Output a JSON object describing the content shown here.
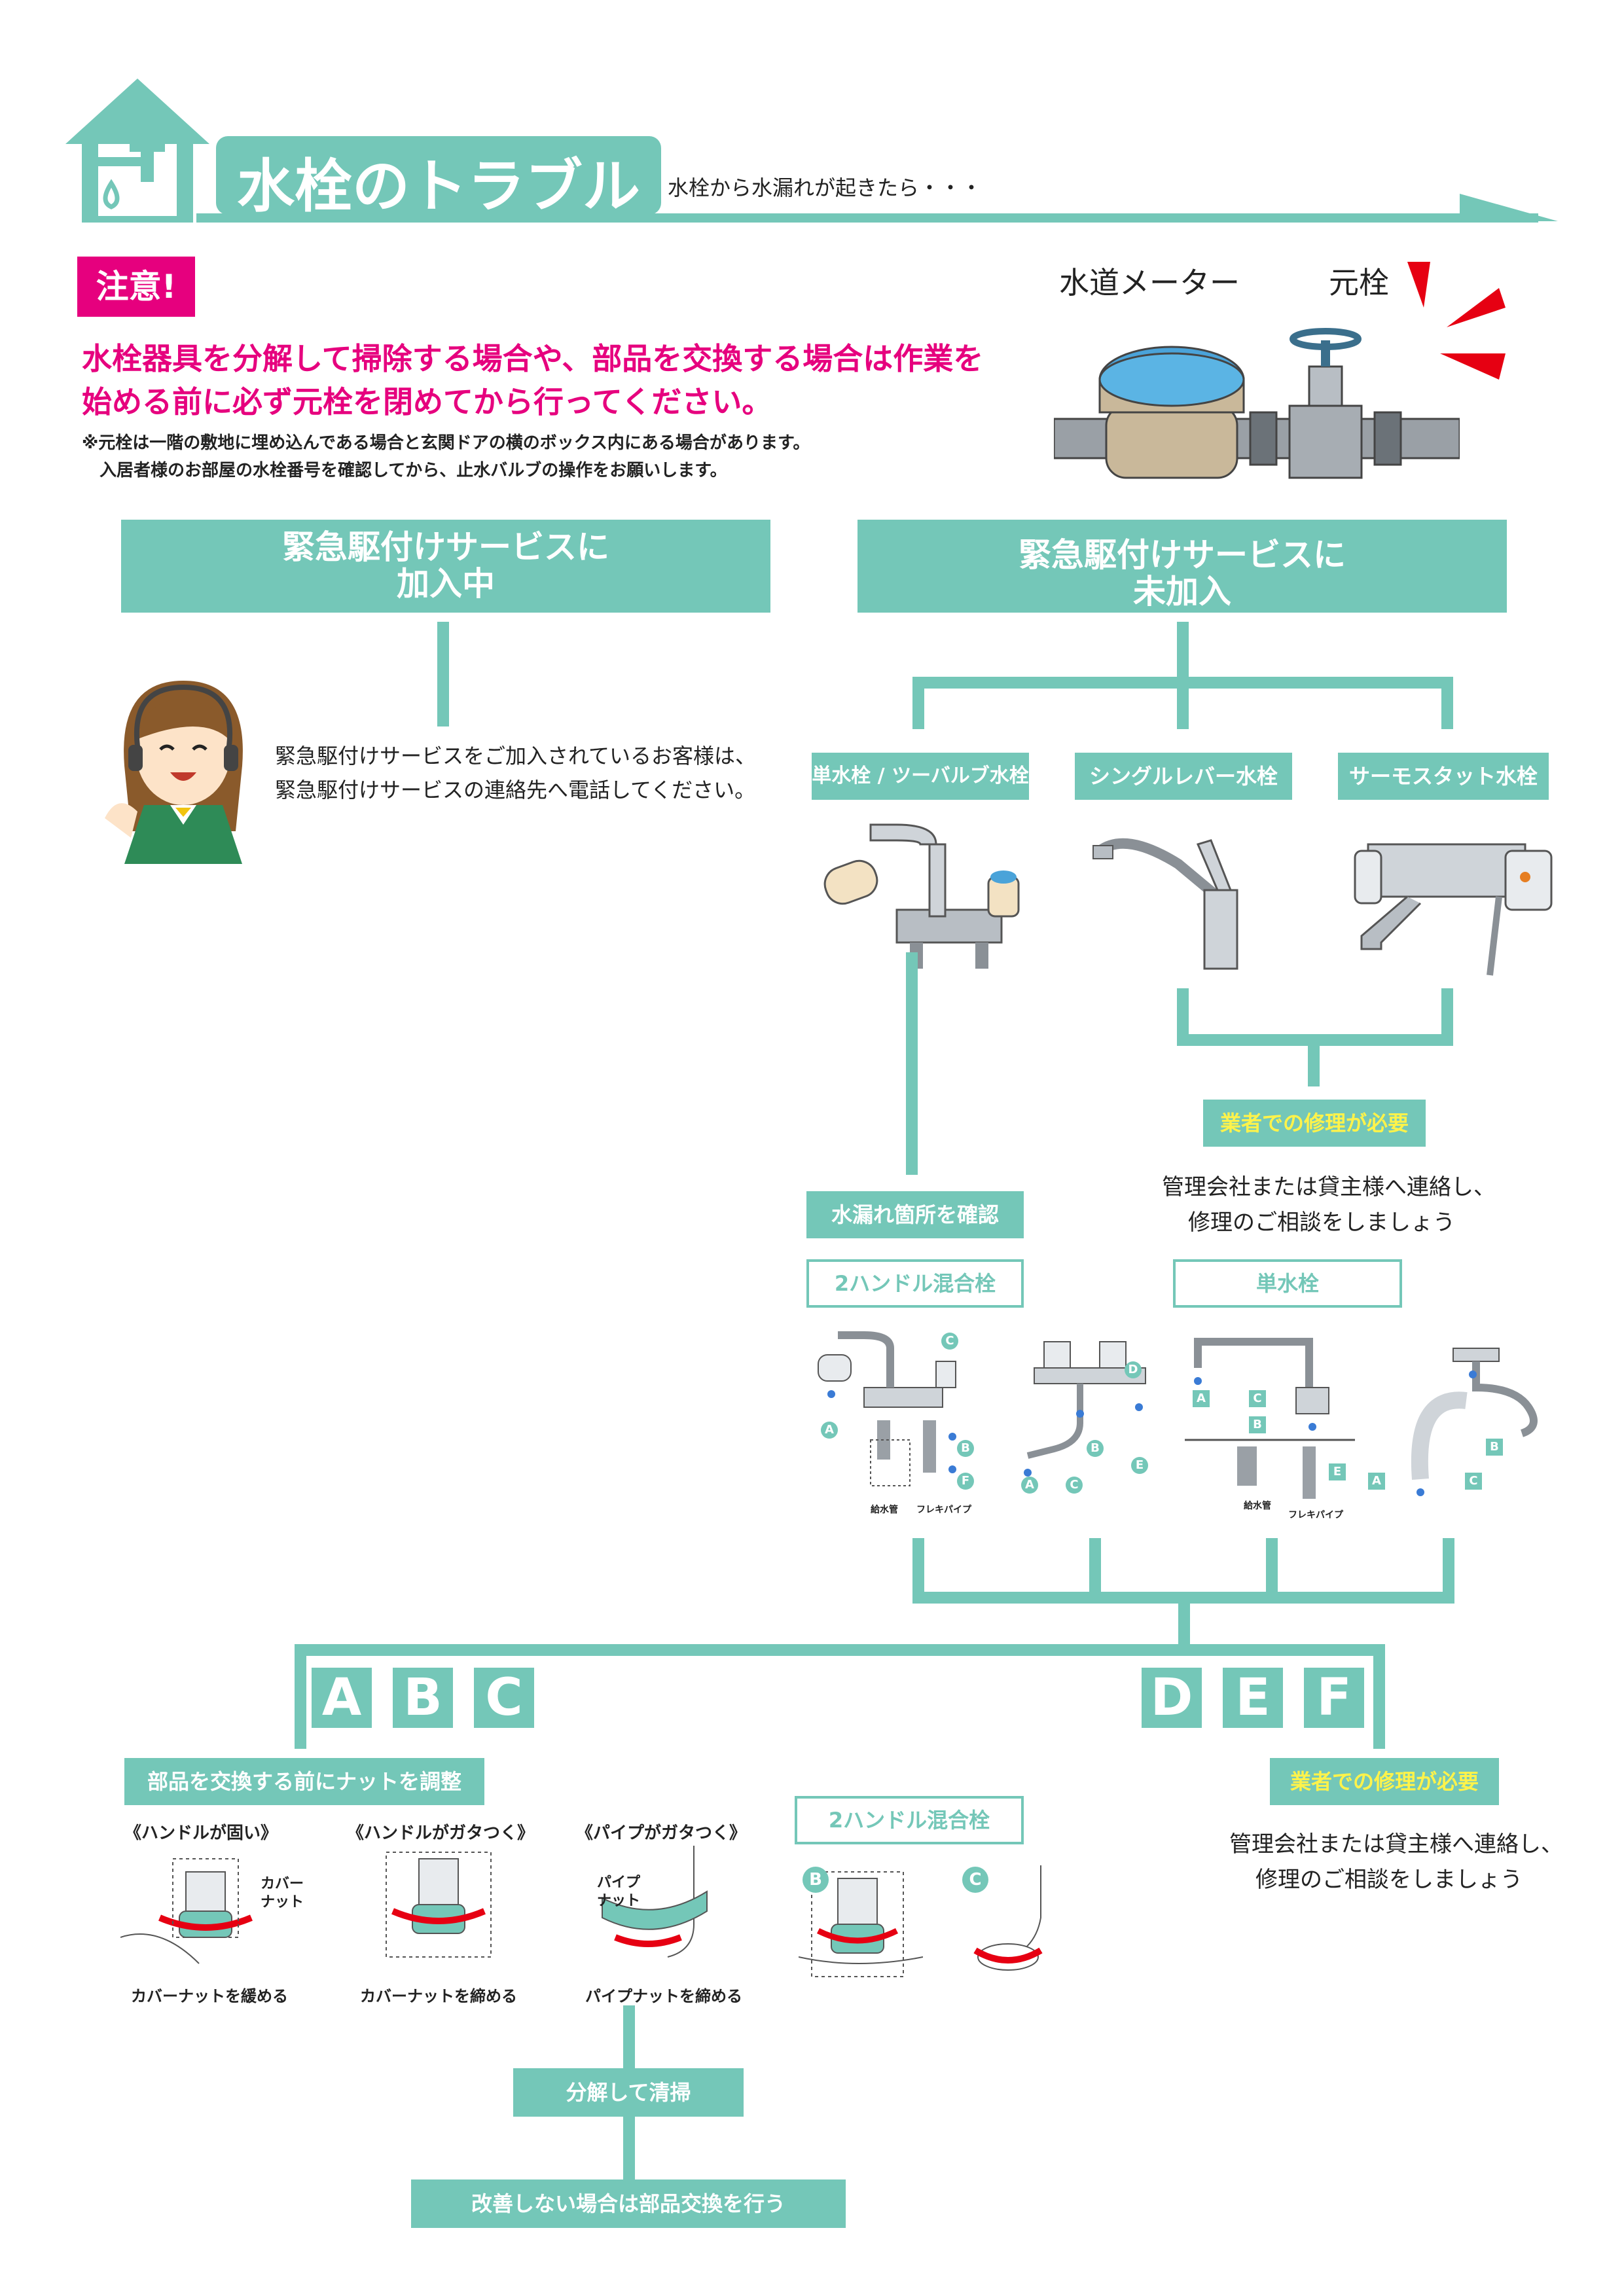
{
  "header": {
    "title": "水栓のトラブル",
    "subtitle": "水栓から水漏れが起きたら・・・"
  },
  "caution": {
    "badge": "注意!",
    "line1": "水栓器具を分解して掃除する場合や、部品を交換する場合は作業を",
    "line2": "始める前に必ず元栓を閉めてから行ってください。",
    "note1": "※元栓は一階の敷地に埋め込んである場合と玄関ドアの横のボックス内にある場合があります。",
    "note2": "入居者様のお部屋の水栓番号を確認してから、止水バルブの操作をお願いします。"
  },
  "meter": {
    "meter_label": "水道メーター",
    "valve_label": "元栓"
  },
  "subscribed": {
    "line1": "緊急駆付けサービスに",
    "line2": "加入中",
    "msg1": "緊急駆付けサービスをご加入されているお客様は、",
    "msg2": "緊急駆付けサービスの連絡先へ電話してください。"
  },
  "unsubscribed": {
    "line1": "緊急駆付けサービスに",
    "line2": "未加入"
  },
  "faucet_types": {
    "type1": "単水栓 / ツーバルブ水栓",
    "type2": "シングルレバー水栓",
    "type3": "サーモスタット水栓"
  },
  "pro_repair_1": {
    "tag": "業者での修理が必要",
    "msg1": "管理会社または貸主様へ連絡し、",
    "msg2": "修理のご相談をしましょう"
  },
  "leak_check": {
    "tag": "水漏れ箇所を確認",
    "two_handle": "2ハンドル混合栓",
    "single": "単水栓",
    "label_supply": "給水管",
    "label_flex": "フレキパイプ",
    "a": "A",
    "b": "B",
    "c": "C",
    "d": "D",
    "e": "E",
    "f": "F"
  },
  "letters_left": [
    "A",
    "B",
    "C"
  ],
  "letters_right": [
    "D",
    "E",
    "F"
  ],
  "nut_adjust": {
    "tag": "部品を交換する前にナットを調整",
    "case1_title": "《ハンドルが固い》",
    "case2_title": "《ハンドルがガタつく》",
    "case3_title": "《パイプがガタつく》",
    "cover_nut_line1": "カバー",
    "cover_nut_line2": "ナット",
    "pipe_nut_line1": "パイプ",
    "pipe_nut_line2": "ナット",
    "case1_caption": "カバーナットを緩める",
    "case2_caption": "カバーナットを締める",
    "case3_caption": "パイプナットを締める"
  },
  "two_handle_box": {
    "tag": "2ハンドル混合栓",
    "b": "B",
    "c": "C"
  },
  "pro_repair_2": {
    "tag": "業者での修理が必要",
    "msg1": "管理会社または貸主様へ連絡し、",
    "msg2": "修理のご相談をしましょう"
  },
  "steps": {
    "clean": "分解して清掃",
    "replace": "改善しない場合は部品交換を行う"
  },
  "colors": {
    "teal": "#74c7b8",
    "magenta": "#e6007e",
    "yellow": "#fff34a",
    "red": "#e60012"
  }
}
